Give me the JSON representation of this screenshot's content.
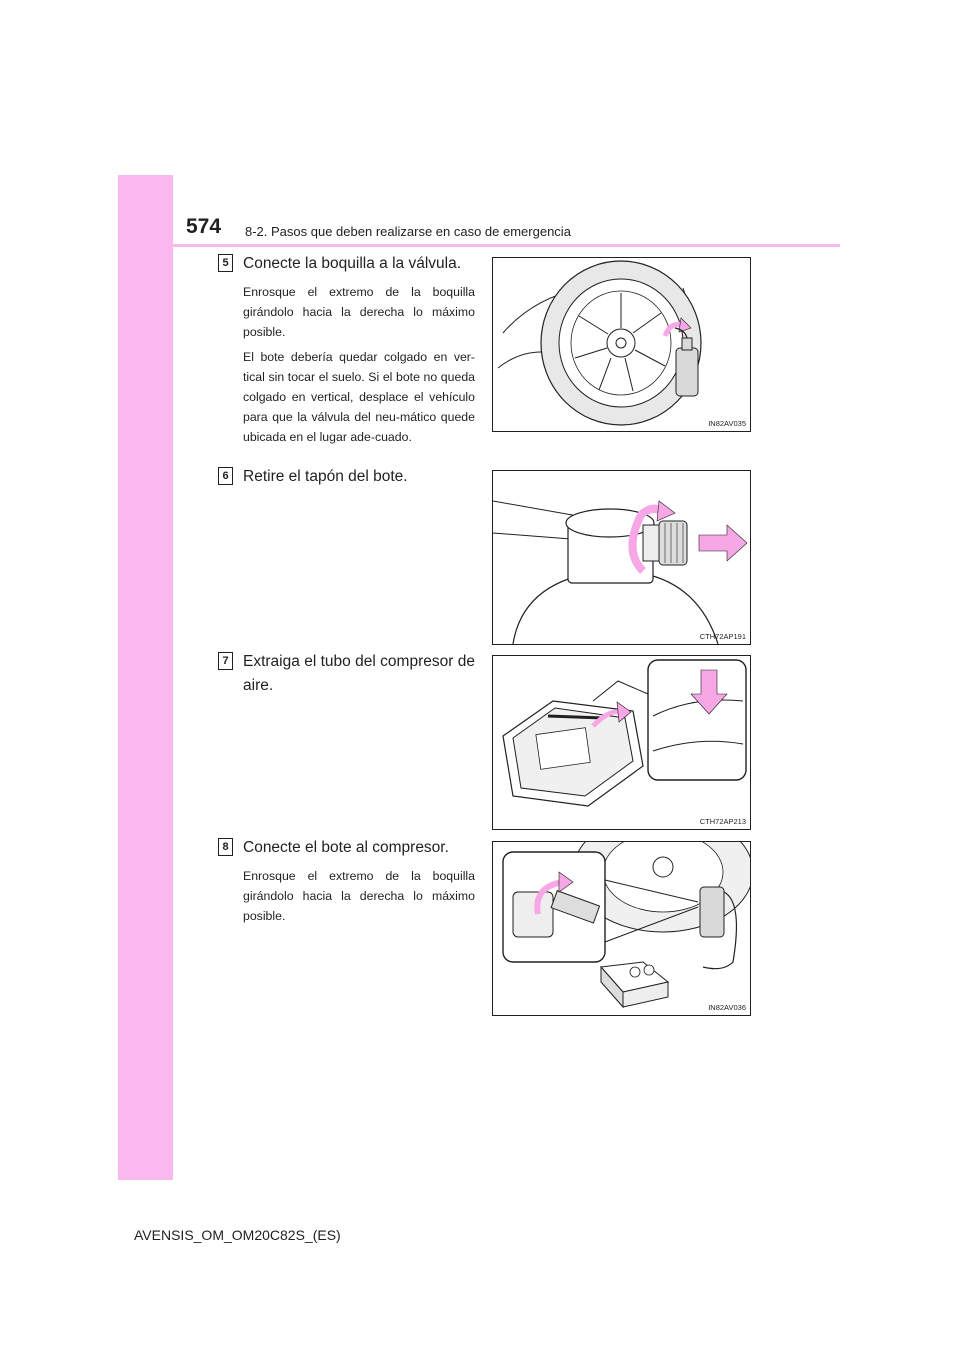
{
  "header": {
    "page_number": "574",
    "section_title": "8-2. Pasos que deben realizarse en caso de emergencia"
  },
  "steps": [
    {
      "number": "5",
      "title": "Conecte la boquilla a la válvula.",
      "paragraphs": [
        "Enrosque el extremo de la boquilla girándolo hacia la derecha lo máximo posible.",
        "El bote debería quedar colgado en ver-tical sin tocar el suelo. Si el bote no queda colgado en vertical, desplace el vehículo para que la válvula del neu-mático quede ubicada en el lugar ade-cuado."
      ],
      "figure_code": "IN82AV035"
    },
    {
      "number": "6",
      "title": "Retire el tapón del bote.",
      "paragraphs": [],
      "figure_code": "CTH72AP191"
    },
    {
      "number": "7",
      "title": "Extraiga el tubo del compresor de aire.",
      "paragraphs": [],
      "figure_code": "CTH72AP213"
    },
    {
      "number": "8",
      "title": "Conecte el bote al compresor.",
      "paragraphs": [
        "Enrosque el extremo de la boquilla girándolo hacia la derecha lo máximo posible."
      ],
      "figure_code": "IN82AV036"
    }
  ],
  "footer": {
    "doc_code": "AVENSIS_OM_OM20C82S_(ES)"
  },
  "colors": {
    "accent_pink": "#f9b8ee",
    "arrow_pink": "#f7a6e6",
    "text": "#231f20"
  }
}
